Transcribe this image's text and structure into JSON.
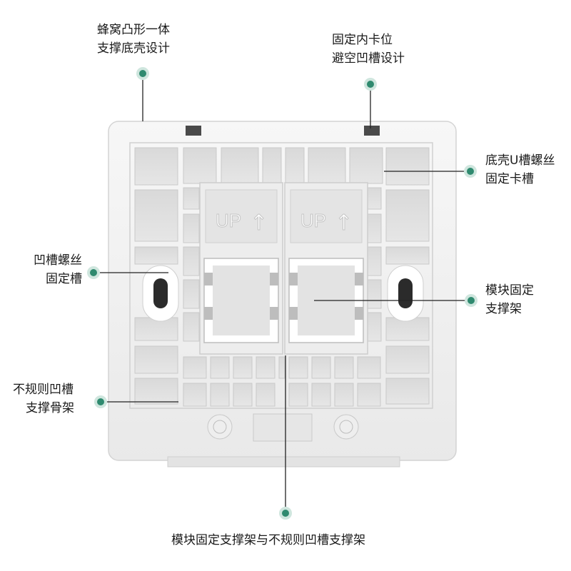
{
  "callouts": {
    "top_left": [
      "蜂窝凸形一体",
      "支撑底壳设计"
    ],
    "top_right": [
      "固定内卡位",
      "避空凹槽设计"
    ],
    "right_upper": [
      "底壳U槽螺丝",
      "固定卡槽"
    ],
    "left_middle": [
      "凹槽螺丝",
      "固定槽"
    ],
    "right_middle": [
      "模块固定",
      "支撑架"
    ],
    "left_lower": [
      "不规则凹槽",
      "支撑骨架"
    ],
    "bottom": "模块固定支撑架与不规则凹槽支撑架"
  },
  "module_marks": [
    "UP",
    "UP"
  ],
  "colors": {
    "marker": "#2f8a6f",
    "marker_ring": "#cfe6de",
    "leader": "#222222",
    "panel": "#f2f2f2"
  }
}
